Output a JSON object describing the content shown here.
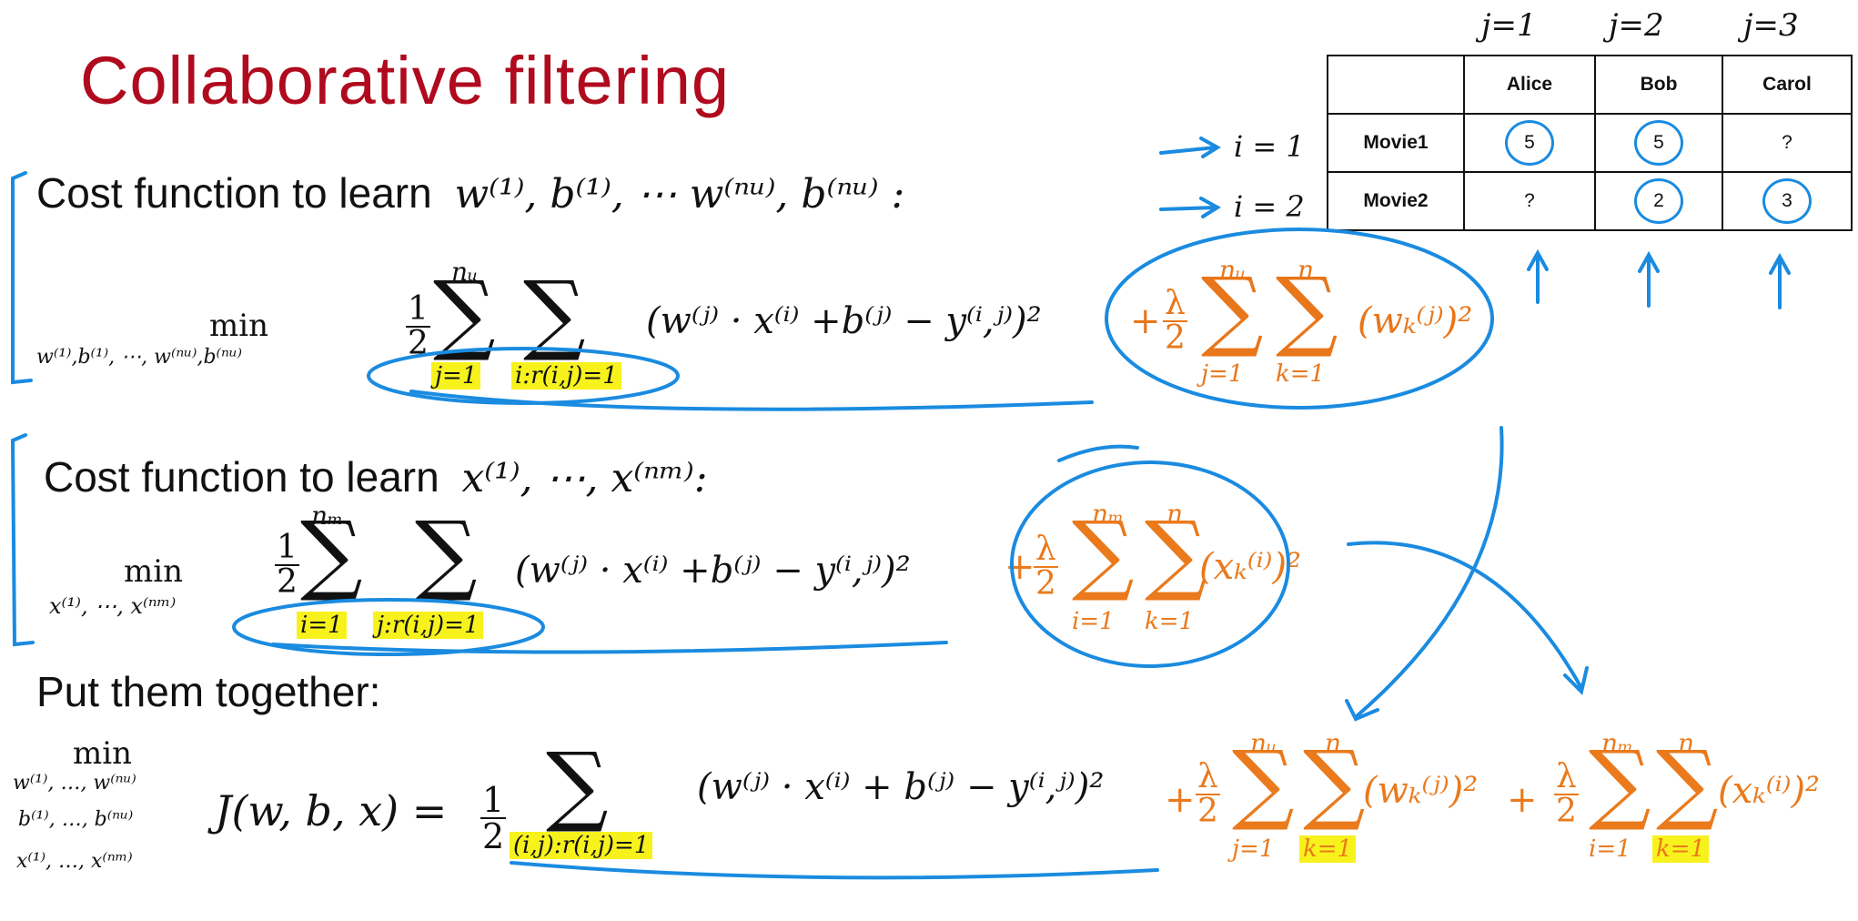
{
  "title": "Collaborative filtering",
  "section1": {
    "heading": "Cost function to learn",
    "params": "w⁽¹⁾, b⁽¹⁾, ⋯ w⁽ⁿᵘ⁾, b⁽ⁿᵘ⁾ :",
    "min_sub": "w⁽¹⁾,b⁽¹⁾, ⋯, w⁽ⁿᵘ⁾,b⁽ⁿᵘ⁾",
    "sum_outer_top": "nᵤ",
    "sum_outer_bottom": "j=1",
    "sum_inner_bottom": "i:r(i,j)=1",
    "term": "(w⁽ʲ⁾ · x⁽ⁱ⁾ +b⁽ʲ⁾ − y⁽ⁱ,ʲ⁾)²",
    "reg_sum1_top": "nᵤ",
    "reg_sum1_bottom": "j=1",
    "reg_sum2_top": "n",
    "reg_sum2_bottom": "k=1",
    "reg_term": "(wₖ⁽ʲ⁾)²"
  },
  "section2": {
    "heading": "Cost function to learn",
    "params": "x⁽¹⁾, ⋯, x⁽ⁿᵐ⁾:",
    "min_sub": "x⁽¹⁾, ⋯, x⁽ⁿᵐ⁾",
    "sum_outer_top": "nₘ",
    "sum_outer_bottom": "i=1",
    "sum_inner_bottom": "j:r(i,j)=1",
    "term": "(w⁽ʲ⁾ · x⁽ⁱ⁾ +b⁽ʲ⁾ − y⁽ⁱ,ʲ⁾)²",
    "reg_sum1_top": "nₘ",
    "reg_sum1_bottom": "i=1",
    "reg_sum2_top": "n",
    "reg_sum2_bottom": "k=1",
    "reg_term": "(xₖ⁽ⁱ⁾)²"
  },
  "section3": {
    "heading": "Put them together:",
    "min_sub_line1": "w⁽¹⁾, …, w⁽ⁿᵘ⁾",
    "min_sub_line2": "b⁽¹⁾, …, b⁽ⁿᵘ⁾",
    "min_sub_line3": "x⁽¹⁾, …, x⁽ⁿᵐ⁾",
    "lhs": "J(w, b, x) =",
    "sum_bottom": "(i,j):r(i,j)=1",
    "term": "(w⁽ʲ⁾ · x⁽ⁱ⁾ + b⁽ʲ⁾ − y⁽ⁱ,ʲ⁾)²",
    "reg1_sum1_top": "nᵤ",
    "reg1_sum1_bottom": "j=1",
    "reg1_sum2_top": "n",
    "reg1_sum2_bottom": "k=1",
    "reg1_term": "(wₖ⁽ʲ⁾)²",
    "reg2_sum1_top": "nₘ",
    "reg2_sum1_bottom": "i=1",
    "reg2_sum2_top": "n",
    "reg2_sum2_bottom": "k=1",
    "reg2_term": "(xₖ⁽ⁱ⁾)²"
  },
  "math_symbols": {
    "min": "min",
    "half_num": "1",
    "half_den": "2",
    "lambda": "λ",
    "sigma": "∑",
    "plus": "+"
  },
  "table": {
    "col_labels": [
      "j=1",
      "j=2",
      "j=3"
    ],
    "row_labels": [
      "i = 1",
      "i = 2"
    ],
    "headers": [
      "",
      "Alice",
      "Bob",
      "Carol"
    ],
    "rows": [
      {
        "name": "Movie1",
        "cells": [
          "5",
          "5",
          "?"
        ]
      },
      {
        "name": "Movie2",
        "cells": [
          "?",
          "2",
          "3"
        ]
      }
    ]
  },
  "colors": {
    "title": "#b00a1e",
    "regularization": "#e8761a",
    "ink": "#1a8be0",
    "highlight": "#f7f21c"
  }
}
